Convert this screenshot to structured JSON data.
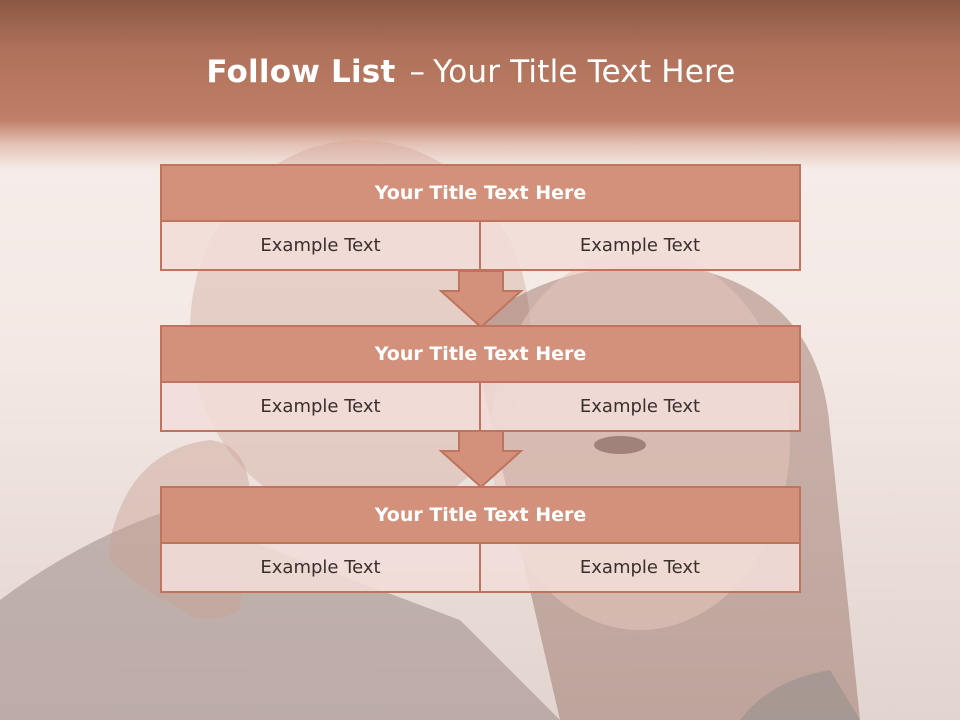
{
  "slide": {
    "title_bold": "Follow List",
    "title_dash": "–",
    "title_rest": "Your Title Text Here"
  },
  "blocks": [
    {
      "title": "Your Title Text Here",
      "left": "Example Text",
      "right": "Example Text"
    },
    {
      "title": "Your Title Text Here",
      "left": "Example Text",
      "right": "Example Text"
    },
    {
      "title": "Your Title Text Here",
      "left": "Example Text",
      "right": "Example Text"
    }
  ],
  "colors": {
    "header": "#b0725b",
    "block_head": "#d3917b",
    "block_border": "#c0735d",
    "cell": "#f1ddd8",
    "arrow": "#d3917b"
  }
}
